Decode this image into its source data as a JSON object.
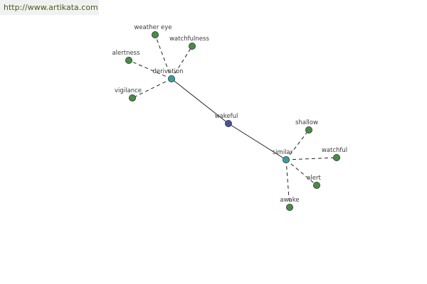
{
  "header": {
    "url": "http://www.artikata.com"
  },
  "graph": {
    "colors": {
      "root": "#4b4f9a",
      "hub": "#3e9aa0",
      "leaf": "#4a8a48",
      "stroke": "#2a3a2a",
      "edge": "#222222"
    },
    "nodes": [
      {
        "id": "wakeful",
        "label": "wakeful",
        "kind": "root"
      },
      {
        "id": "derivation",
        "label": "derivation",
        "kind": "hub"
      },
      {
        "id": "similar",
        "label": "similar",
        "kind": "hub"
      },
      {
        "id": "weather-eye",
        "label": "weather eye",
        "kind": "leaf"
      },
      {
        "id": "watchfulness",
        "label": "watchfulness",
        "kind": "leaf"
      },
      {
        "id": "alertness",
        "label": "alertness",
        "kind": "leaf"
      },
      {
        "id": "vigilance",
        "label": "vigilance",
        "kind": "leaf"
      },
      {
        "id": "shallow",
        "label": "shallow",
        "kind": "leaf"
      },
      {
        "id": "watchful",
        "label": "watchful",
        "kind": "leaf"
      },
      {
        "id": "alert",
        "label": "alert",
        "kind": "leaf"
      },
      {
        "id": "awake",
        "label": "awake",
        "kind": "leaf"
      }
    ],
    "edges": [
      {
        "from": "wakeful",
        "to": "derivation",
        "style": "solid"
      },
      {
        "from": "wakeful",
        "to": "similar",
        "style": "solid"
      },
      {
        "from": "derivation",
        "to": "weather-eye",
        "style": "dashed"
      },
      {
        "from": "derivation",
        "to": "watchfulness",
        "style": "dashed"
      },
      {
        "from": "derivation",
        "to": "alertness",
        "style": "dashed"
      },
      {
        "from": "derivation",
        "to": "vigilance",
        "style": "dashed"
      },
      {
        "from": "similar",
        "to": "shallow",
        "style": "dashed"
      },
      {
        "from": "similar",
        "to": "watchful",
        "style": "dashed"
      },
      {
        "from": "similar",
        "to": "alert",
        "style": "dashed"
      },
      {
        "from": "similar",
        "to": "awake",
        "style": "dashed"
      }
    ]
  }
}
